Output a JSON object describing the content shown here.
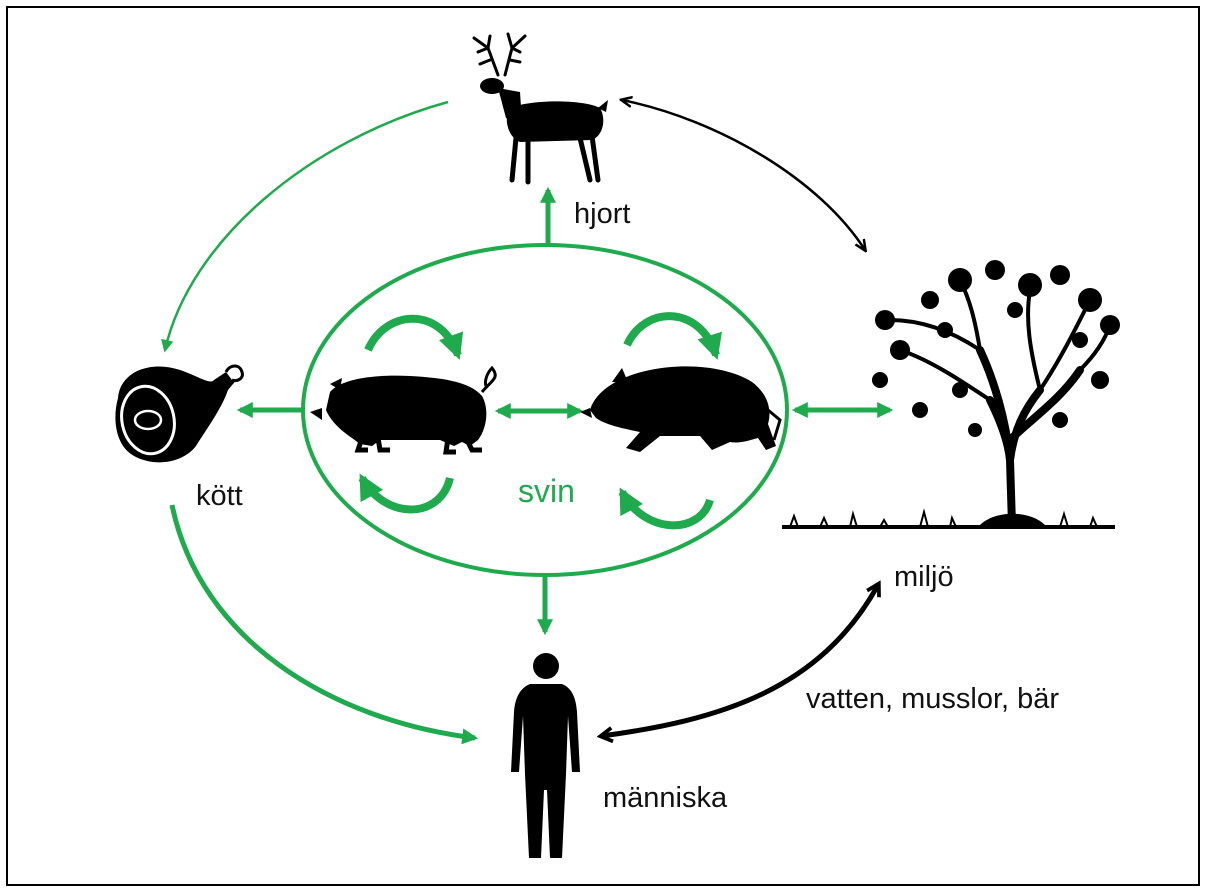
{
  "labels": {
    "deer": "hjort",
    "meat": "kött",
    "pigs": "svin",
    "environment": "miljö",
    "human": "människa",
    "pathway": "vatten, musslor, bär"
  },
  "colors": {
    "green": "#1faa4d",
    "black": "#000000",
    "border": "#000000"
  },
  "icons": [
    "deer-icon",
    "ham-icon",
    "domestic-pig-icon",
    "wild-boar-icon",
    "tree-icon",
    "human-icon"
  ]
}
